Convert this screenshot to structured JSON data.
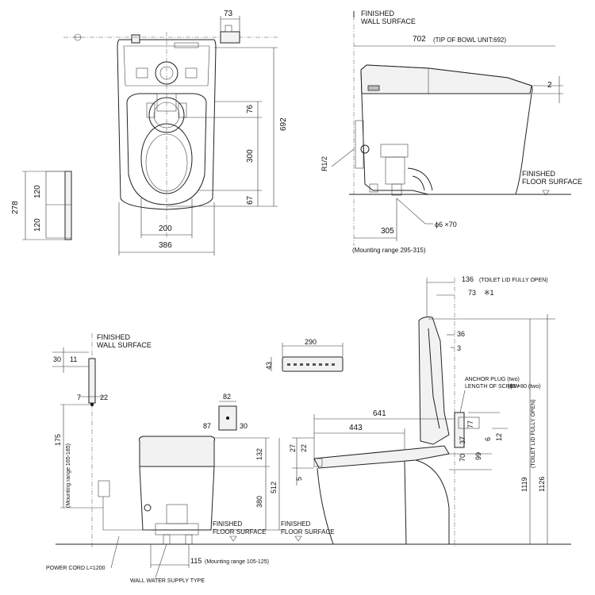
{
  "top_view": {
    "d73": "73",
    "d76": "76",
    "d300": "300",
    "d67": "67",
    "d692": "692",
    "d200": "200",
    "d386": "386",
    "d278": "278",
    "d120a": "120",
    "d120b": "120"
  },
  "side_view_top": {
    "finished_wall_1": "FINISHED",
    "finished_wall_2": "WALL SURFACE",
    "d702": "702",
    "tip_note": "(TIP OF BOWL UNIT:692)",
    "d2": "2",
    "r12": "R1/2",
    "finished_floor_1": "FINISHED",
    "finished_floor_2": "FLOOR SURFACE",
    "d305": "305",
    "mounting_range": "(Mounting range 295-315)",
    "phi70": "ϕ6 ×70"
  },
  "front_view": {
    "finished_wall_1": "FINISHED",
    "finished_wall_2": "WALL SURFACE",
    "d30": "30",
    "d11": "11",
    "d7": "7",
    "d22": "22",
    "d175": "175",
    "mounting_range": "(Mounting range 165-185)",
    "d290": "290",
    "d43": "43",
    "d82": "82",
    "d87": "87",
    "d30b": "30",
    "d132": "132",
    "d512": "512",
    "d380": "380",
    "finished_floor_1": "FINISHED",
    "finished_floor_2": "FLOOR SURFACE",
    "d115": "115",
    "mounting_range_2": "(Mounting range 105-125)",
    "power_cord": "POWER CORD L=1200",
    "wall_supply": "WALL WATER SUPPLY TYPE"
  },
  "side_view_bottom": {
    "d136": "136",
    "lid_open_note": "(TOILET LID FULLY OPEN)",
    "d73": "73",
    "note1": "※1",
    "d36": "36",
    "d3": "3",
    "anchor_plug": "ANCHOR PLUG (two)",
    "screw_length": "LENGTH OF SCREW",
    "screw_size": "(ϕ6 ×80 (two)",
    "d641": "641",
    "d443": "443",
    "d27": "27",
    "d22": "22",
    "d5": "5",
    "d77": "77",
    "d37": "37",
    "d6": "6",
    "d12": "12",
    "d70": "70",
    "d99": "99",
    "finished_floor_1": "FINISHED",
    "finished_floor_2": "FLOOR SURFACE",
    "d1119": "1119",
    "d1126": "1126",
    "lid_open_vertical": "(TOILET LID FULLY OPEN)"
  }
}
